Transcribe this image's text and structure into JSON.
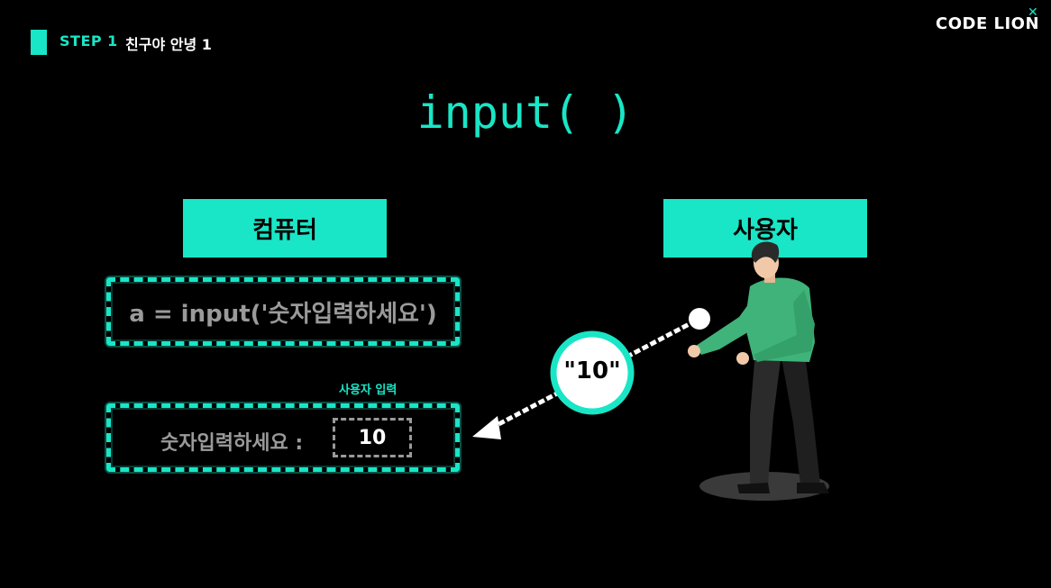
{
  "header": {
    "step_label": "STEP 1",
    "step_title": "친구야 안녕 1",
    "logo_text": "CODE LION"
  },
  "title": "input( )",
  "computer": {
    "label": "컴퓨터",
    "code": "a = input('숫자입력하세요')",
    "input_caption": "사용자 입력",
    "prompt": "숫자입력하세요 :",
    "value": "10"
  },
  "user": {
    "label": "사용자",
    "bubble_text": "\"10\""
  },
  "colors": {
    "accent": "#19e6c6",
    "background": "#000000",
    "muted_text": "#9a9a9a",
    "shirt_green": "#3fb37a"
  },
  "icons": [
    "close-icon",
    "arrow-icon",
    "person-illustration"
  ]
}
